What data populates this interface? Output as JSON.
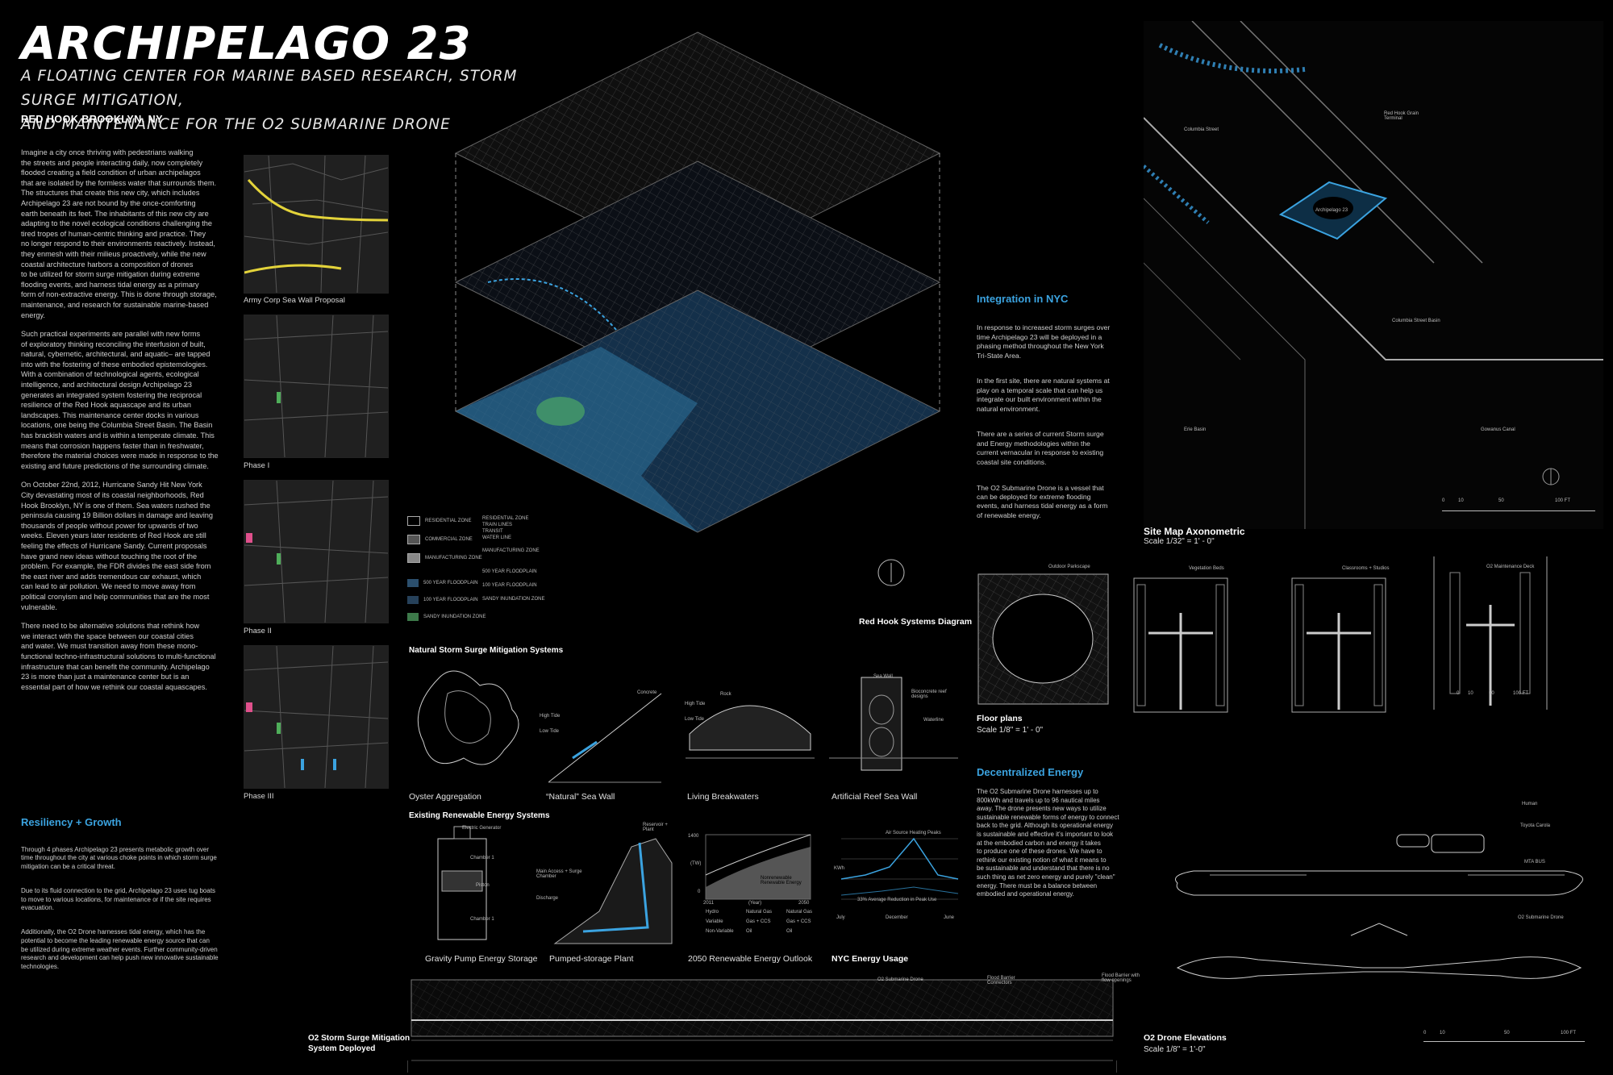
{
  "header": {
    "title": "ARCHIPELAGO 23",
    "subtitle_line1": "A FLOATING CENTER FOR MARINE BASED RESEARCH, STORM SURGE MITIGATION,",
    "subtitle_line2": "AND MAINTENANCE FOR THE O2 SUBMARINE DRONE",
    "location": "RED HOOK BROOKLYN, NY"
  },
  "intro": {
    "p1": "Imagine a city once thriving with pedestrians walking\nthe streets and people interacting daily, now completely\nflooded creating a field condition of urban archipelagos\nthat are isolated by the formless water that surrounds them.\nThe structures that create this new city, which includes\nArchipelago 23 are not bound by the once-comforting\nearth beneath its feet. The inhabitants of this new city are\nadapting to the novel ecological conditions challenging the\ntired tropes of human-centric thinking and practice. They\nno longer respond to their environments reactively. Instead,\nthey enmesh with their milieus proactively, while the new\ncoastal architecture harbors a composition of drones\nto be utilized for storm surge mitigation during extreme\nflooding events, and harness tidal energy as a primary\nform of non-extractive energy. This is done through storage,\nmaintenance, and research for sustainable marine-based\nenergy.",
    "p2": "Such practical experiments are parallel with new forms\nof exploratory thinking reconciling the interfusion of built,\nnatural, cybernetic, architectural, and aquatic– are tapped\ninto with the fostering of these embodied epistemologies.\nWith a combination of technological agents, ecological\nintelligence, and architectural design Archipelago 23\ngenerates an integrated system fostering the reciprocal\nresilience of the Red Hook aquascape and its urban\nlandscapes. This maintenance center docks in various\nlocations, one being the Columbia Street Basin. The Basin\nhas brackish waters and is within a temperate climate. This\nmeans that corrosion happens faster than in freshwater,\ntherefore the material choices were made in response to the\nexisting and future predictions of the surrounding climate.",
    "p3": "On October 22nd, 2012, Hurricane Sandy Hit New York\nCity devastating most of its coastal neighborhoods, Red\nHook Brooklyn, NY is one of them. Sea waters rushed the\npeninsula causing 19 Billion dollars in damage and leaving\nthousands of people without power for upwards of two\nweeks. Eleven years later residents of Red Hook are still\nfeeling the effects of Hurricane Sandy. Current proposals\nhave grand new ideas without touching the root of the\nproblem. For example, the FDR divides the east side from\nthe east river and adds tremendous car exhaust, which\ncan lead to air pollution. We need to move away from\npolitical cronyism and help communities that are the most\nvulnerable.",
    "p4": "There need to be alternative solutions that rethink how\nwe interact with the space between our coastal cities\nand water. We must transition away from these mono-\nfunctional techno-infrastructural solutions to multi-functional\ninfrastructure that can benefit the community. Archipelago\n23 is more than just a maintenance center but is an\nessential part of how we rethink our coastal aquascapes."
  },
  "resiliency": {
    "heading": "Resiliency + Growth",
    "p1": "Through 4 phases Archipelago 23 presents metabolic growth over\ntime throughout the city at various choke points in which storm surge\nmitigation can be a critical threat.",
    "p2": "Due to its fluid connection to the grid, Archipelago 23 uses tug boats\nto move to various locations, for maintenance or if the site requires\nevacuation.",
    "p3": "Additionally, the O2 Drone harnesses tidal energy, which has the\npotential to become the leading renewable energy source that can\nbe utilized during extreme weather events. Further community-driven\nresearch and development can help push new innovative sustainable\ntechnologies."
  },
  "phases": {
    "army": "Army Corp Sea Wall Proposal",
    "p1": "Phase I",
    "p2": "Phase II",
    "p3": "Phase III"
  },
  "systems": {
    "caption": "Red Hook Systems Diagram",
    "legend": {
      "residential": "RESIDENTIAL ZONE",
      "commercial": "COMMERCIAL ZONE",
      "manufacturing": "MANUFACTURING ZONE",
      "fp500": "500 YEAR FLOODPLAIN",
      "fp100": "100 YEAR FLOODPLAIN",
      "sandy": "SANDY INUNDATION ZONE",
      "residential2": "RESIDENTIAL ZONE",
      "train": "TRAIN LINES",
      "transit": "TRANSIT",
      "waterline": "WATER LINE",
      "manufacturing2": "MANUFACTURING ZONE",
      "fp500b": "500 YEAR FLOODPLAIN",
      "fp100b": "100 YEAR FLOODPLAIN",
      "sandy2": "SANDY INUNDATION ZONE"
    }
  },
  "integration": {
    "heading": "Integration in NYC",
    "p1": "In response to increased storm surges over\ntime Archipelago 23 will be deployed in a\nphasing method throughout the New York\nTri-State Area.",
    "p2": "In the first site, there are natural systems at\nplay on a temporal scale that can help us\nintegrate our built environment within the\nnatural environment.",
    "p3": "There are a series of current Storm surge\nand Energy methodologies within the\ncurrent vernacular in response to existing\ncoastal site conditions.",
    "p4": "The O2 Submarine Drone is a vessel that\ncan be deployed for extreme flooding\nevents, and harness tidal energy as a form\nof renewable energy."
  },
  "site_map": {
    "title": "Site Map Axonometric",
    "scale": "Scale 1/32\" = 1' - 0\"",
    "labels": {
      "columbia_street": "Columbia Street",
      "grain_terminal": "Red Hook Grain\nTerminal",
      "archipelago": "Archipelago 23",
      "columbia_basin": "Columbia Street Basin",
      "erie_basin": "Erie Basin",
      "gowanus": "Gowanus Canal"
    },
    "scale_bar": [
      "0",
      "10",
      "50",
      "100 FT"
    ]
  },
  "floor_plans": {
    "title": "Floor plans",
    "scale": "Scale 1/8\" = 1' - 0\"",
    "labels": {
      "outdoor": "Outdoor Parkscape",
      "veg": "Vegetation Beds",
      "class": "Classrooms + Studios",
      "deck": "O2 Maintenance Deck"
    },
    "scale_bar": [
      "0",
      "10",
      "50",
      "100 FT"
    ]
  },
  "natural_systems": {
    "heading": "Natural Storm Surge Mitigation Systems",
    "captions": [
      "Oyster Aggregation",
      "“Natural” Sea Wall",
      "Living Breakwaters",
      "Artificial Reef Sea Wall"
    ],
    "labels": {
      "concrete": "Concrete",
      "high_tide": "High Tide",
      "low_tide": "Low Tide",
      "rock": "Rock",
      "high_tide2": "High Tide",
      "low_tide2": "Low Tide",
      "sea_wall": "Sea Wall",
      "bio_reef": "Bioconcrete reef\ndesigns",
      "waterline": "Waterline"
    }
  },
  "energy_systems": {
    "heading": "Existing Renewable Energy Systems",
    "captions": [
      "Gravity Pump Energy Storage",
      "Pumped-storage Plant",
      "2050 Renewable Energy Outlook",
      "NYC Energy Usage"
    ],
    "labels": {
      "generator": "Electric Generator",
      "chamber1": "Chamber 1",
      "piston": "Piston",
      "chamber1b": "Chamber 1",
      "reservoir": "Reservoir +\nPlant",
      "main_access": "Main Access + Surge\nChamber",
      "discharge": "Discharge"
    }
  },
  "renewable_chart": {
    "yticks": [
      "1400",
      "0"
    ],
    "ylabel": "(TW)",
    "xlabels": [
      "2011",
      "(Year)",
      "2050"
    ],
    "inner_label": "Nonrenewable\nRenewable Energy",
    "legend": [
      "Hydro",
      "Natural Gas",
      "Natural Gas",
      "Variable",
      "Gas + CCS",
      "Gas + CCS",
      "Non-Variable",
      "Oil",
      "Oil"
    ]
  },
  "nyc_chart": {
    "title": "Air Source Heating Peaks",
    "ylabel": "KWh",
    "note": "33% Average Reduction in Peak Use",
    "xlabels": [
      "July",
      "December",
      "June"
    ]
  },
  "decentralized": {
    "heading": "Decentralized Energy",
    "body": "The O2 Submarine Drone harnesses up to\n800kWh and travels up to 96 nautical miles\naway. The drone presents new ways to utilize\nsustainable renewable forms of energy to connect\nback to the grid. Although its operational energy\nis sustainable and effective it's important to look\nat the embodied carbon and energy it takes\nto produce one of these drones. We have to\nrethink our existing notion of what it means to\nbe sustainable and understand that there is no\nsuch thing as net zero energy and purely \"clean\"\nenergy. There must be a balance between\nembodied and operational energy."
  },
  "deployed": {
    "caption_line1": "O2 Storm Surge Mitigation",
    "caption_line2": "System Deployed",
    "label_drone": "O2 Submarine Drone",
    "label_connectors": "Flood Barrier\nConnectors",
    "label_barrier": "Flood Barrier with\nflow openings"
  },
  "elevations": {
    "title": "O2 Drone Elevations",
    "scale": "Scale 1/8\" = 1'-0\"",
    "human": "Human",
    "toyota": "Toyota Carola",
    "bus": "MTA BUS",
    "drone": "O2 Submarine Drone",
    "scale_bar": [
      "0",
      "10",
      "50",
      "100 FT"
    ]
  },
  "colors": {
    "accent_blue": "#3ba3e0",
    "accent_yellow": "#e3d33a",
    "accent_pink": "#e0508c",
    "accent_green": "#4fae5a",
    "background": "#000000"
  }
}
